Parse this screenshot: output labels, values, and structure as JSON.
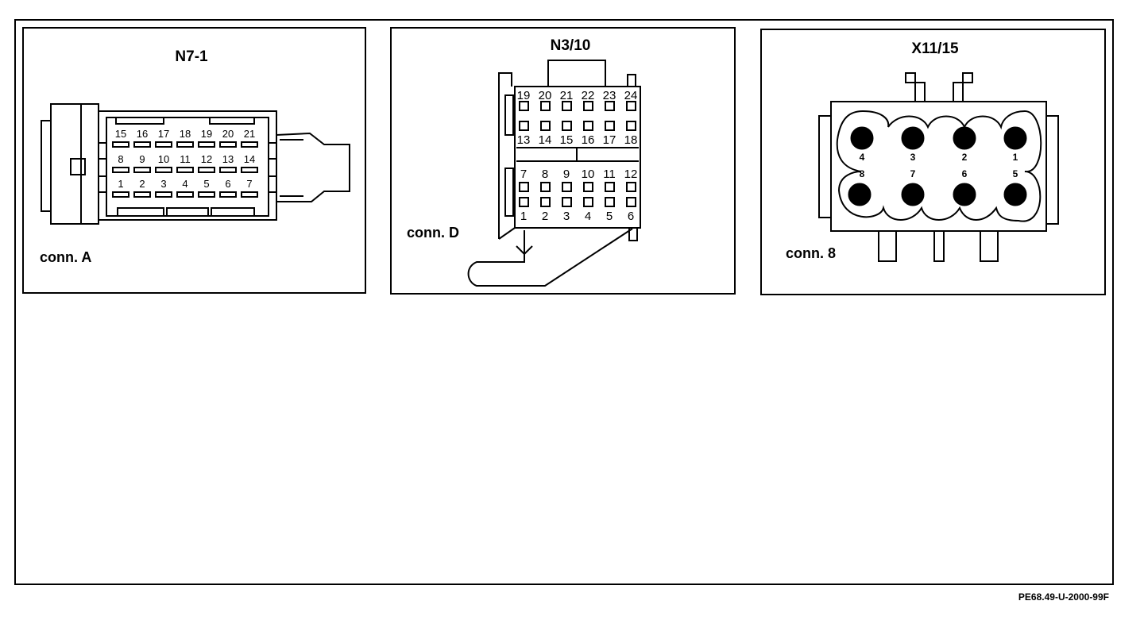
{
  "panels": {
    "n7": {
      "title": "N7-1",
      "connector_label": "conn. A",
      "pins_top": [
        "15",
        "16",
        "17",
        "18",
        "19",
        "20",
        "21"
      ],
      "pins_mid": [
        "8",
        "9",
        "10",
        "11",
        "12",
        "13",
        "14"
      ],
      "pins_bottom": [
        "1",
        "2",
        "3",
        "4",
        "5",
        "6",
        "7"
      ]
    },
    "n3": {
      "title": "N3/10",
      "connector_label": "conn. D",
      "row_19_24": [
        "19",
        "20",
        "21",
        "22",
        "23",
        "24"
      ],
      "row_13_18": [
        "13",
        "14",
        "15",
        "16",
        "17",
        "18"
      ],
      "row_7_12": [
        "7",
        "8",
        "9",
        "10",
        "11",
        "12"
      ],
      "row_1_6": [
        "1",
        "2",
        "3",
        "4",
        "5",
        "6"
      ]
    },
    "x11": {
      "title": "X11/15",
      "connector_label": "conn. 8",
      "pins_top": [
        "4",
        "3",
        "2",
        "1"
      ],
      "pins_bottom": [
        "8",
        "7",
        "6",
        "5"
      ]
    }
  },
  "reference": "PE68.49-U-2000-99F"
}
